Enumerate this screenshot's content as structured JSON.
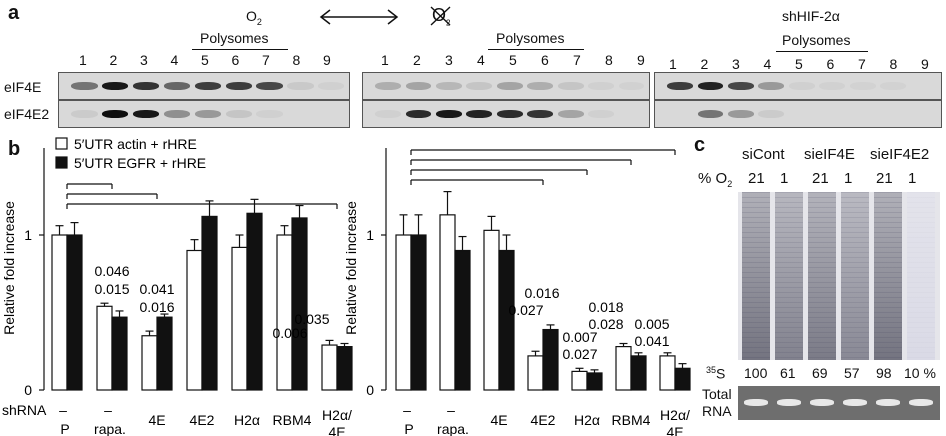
{
  "panel_labels": {
    "a": "a",
    "b": "b",
    "c": "c"
  },
  "panel_a": {
    "o2_label": "O",
    "o2_sub": "2",
    "no_o2_label": "O",
    "no_o2_sub": "2",
    "shhif_label": "shHIF-2α",
    "polysomes_label": "Polysomes",
    "lanes": [
      "1",
      "2",
      "3",
      "4",
      "5",
      "6",
      "7",
      "8",
      "9"
    ],
    "row_labels": [
      "eIF4E",
      "eIF4E2"
    ],
    "blot_intensity": {
      "normoxia_eIF4E": [
        0.55,
        0.95,
        0.8,
        0.6,
        0.75,
        0.75,
        0.7,
        0.12,
        0.05
      ],
      "normoxia_eIF4E2": [
        0.1,
        1.0,
        0.95,
        0.45,
        0.4,
        0.15,
        0.05,
        0.0,
        0.0
      ],
      "hypoxia_eIF4E": [
        0.3,
        0.35,
        0.25,
        0.15,
        0.35,
        0.3,
        0.15,
        0.05,
        0.03
      ],
      "hypoxia_eIF4E2": [
        0.05,
        0.85,
        0.95,
        0.9,
        0.85,
        0.8,
        0.35,
        0.05,
        0.0
      ],
      "shhif_eIF4E": [
        0.75,
        0.9,
        0.7,
        0.4,
        0.05,
        0.03,
        0.02,
        0.02,
        0.0
      ],
      "shhif_eIF4E2": [
        0.0,
        0.55,
        0.4,
        0.1,
        0.0,
        0.0,
        0.0,
        0.0,
        0.0
      ]
    }
  },
  "chart_data": [
    {
      "type": "bar",
      "ylabel": "Relative fold increase",
      "ylim": [
        0,
        1.4
      ],
      "yticks": [
        "0",
        "1"
      ],
      "legend": [
        "5′UTR actin + rHRE",
        "5′UTR EGFR + rHRE"
      ],
      "x_header": "shRNA",
      "categories": [
        "– P",
        "– rapa.",
        "4E",
        "4E2",
        "H2α",
        "RBM4",
        "H2α/4E"
      ],
      "series": [
        {
          "name": "5′UTR actin + rHRE",
          "values": [
            1.0,
            0.54,
            0.35,
            0.9,
            0.92,
            1.0,
            0.29
          ],
          "errors": [
            0.06,
            0.02,
            0.03,
            0.07,
            0.08,
            0.06,
            0.03
          ]
        },
        {
          "name": "5′UTR EGFR + rHRE",
          "values": [
            1.0,
            0.47,
            0.47,
            1.12,
            1.14,
            1.11,
            0.28
          ],
          "errors": [
            0.08,
            0.04,
            0.02,
            0.1,
            0.09,
            0.08,
            0.02
          ]
        }
      ],
      "p_values": [
        [
          "0.046",
          "0.015"
        ],
        [
          "0.041",
          "0.016"
        ],
        [
          "0.035",
          "0.006"
        ]
      ],
      "grid": false
    },
    {
      "type": "bar",
      "ylabel": "Relative fold increase",
      "ylim": [
        0,
        1.4
      ],
      "yticks": [
        "0",
        "1"
      ],
      "categories": [
        "– P",
        "– rapa.",
        "4E",
        "4E2",
        "H2α",
        "RBM4",
        "H2α/4E"
      ],
      "series": [
        {
          "name": "5′UTR actin + rHRE",
          "values": [
            1.0,
            1.13,
            1.03,
            0.22,
            0.12,
            0.28,
            0.22
          ],
          "errors": [
            0.13,
            0.15,
            0.09,
            0.03,
            0.02,
            0.02,
            0.02
          ]
        },
        {
          "name": "5′UTR EGFR + rHRE",
          "values": [
            1.0,
            0.9,
            0.9,
            0.39,
            0.11,
            0.22,
            0.14
          ],
          "errors": [
            0.13,
            0.09,
            0.1,
            0.03,
            0.02,
            0.02,
            0.03
          ]
        }
      ],
      "p_values": [
        [
          "0.016",
          "0.027"
        ],
        [
          "0.018",
          "0.028"
        ],
        [
          "0.007",
          "0.027"
        ],
        [
          "0.005",
          "0.041"
        ]
      ],
      "grid": false
    }
  ],
  "panel_c": {
    "groups": [
      "siCont",
      "sieIF4E",
      "sieIF4E2"
    ],
    "o2_label": "% O",
    "o2_sub": "2",
    "o2_values": [
      "21",
      "1",
      "21",
      "1",
      "21",
      "1"
    ],
    "s35_label": "35S",
    "s35_sup": "35",
    "s35_text": "S",
    "s35_values": [
      "100",
      "61",
      "69",
      "57",
      "98",
      "10 %"
    ],
    "lane_darkness": [
      0.85,
      0.75,
      0.8,
      0.7,
      0.85,
      0.12
    ],
    "total_rna_label": [
      "Total",
      "RNA"
    ]
  }
}
